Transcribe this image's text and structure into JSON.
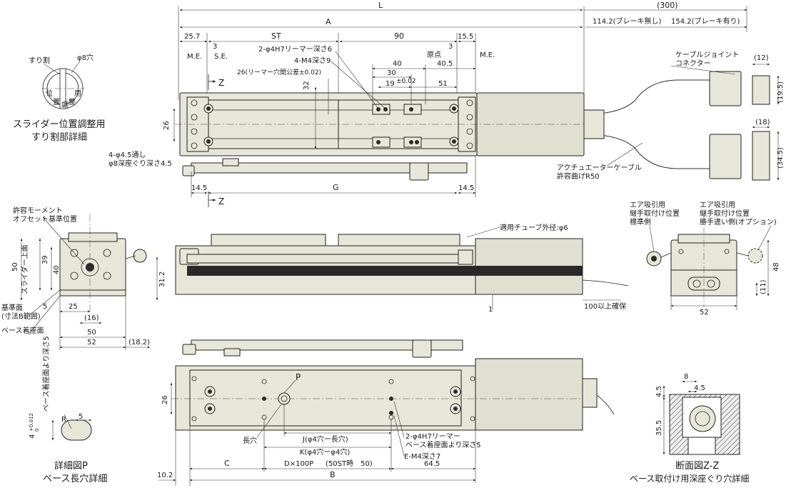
{
  "top_view": {
    "L": "L",
    "A": "A",
    "dim_300": "(300)",
    "dim_114": "114.2(ブレーキ無し)",
    "dim_154": "154.2(ブレーキ有り)",
    "dim_25_7": "25.7",
    "ST": "ST",
    "dim_90": "90",
    "dim_15_5": "15.5",
    "me_left": "M.E.",
    "se": "S.E.",
    "dim_3_left": "3",
    "dim_3_right": "3",
    "origin": "原点",
    "me_right": "M.E.",
    "reamer_depth": "2-φ4H7リーマー深さ6",
    "m4_depth": "4-M4深さ9",
    "reamer_tol": "26(リーマー穴間公差±0.02)",
    "dim_40": "40",
    "dim_40_5": "40.5",
    "dim_30": "30",
    "dim_19": "19",
    "tol_002": "±0.02",
    "dim_51": "51",
    "dim_32": "32",
    "dim_26": "26",
    "z_label": "Z",
    "thru_hole": "4-φ4.5通し",
    "counterbore": "φ8深座ぐり深さ4.5",
    "dim_14_5_left": "14.5",
    "G": "G",
    "dim_14_5_right": "14.5",
    "cable_joint": "ケーブルジョイント",
    "connector": "コネクター",
    "dim_12": "(12)",
    "dim_19_5": "(19.5)",
    "dim_18": "(18)",
    "dim_34_5": "(34.5)",
    "actuator_cable": "アクチュエーターケーブル",
    "bend_radius": "許容曲げR50"
  },
  "slit_detail": {
    "slit": "すり割",
    "hole8": "φ8穴",
    "c1": "位",
    "c2": "置",
    "c3": "調",
    "c4": "整",
    "c5": "用",
    "title1": "スライダー位置調整用",
    "title2": "すり割部詳細"
  },
  "front_left": {
    "moment": "許容モーメント",
    "moment2": "オフセット基準位置",
    "dim_50": "50",
    "slider_top": "スライダー上面",
    "dim_39": "39",
    "dim_40": "40",
    "dim_31_2": "31.2",
    "dim_5": "5",
    "dim_25": "25",
    "dim_16": "(16)",
    "ref_face": "基準面",
    "ref_face2": "(寸法B範囲)",
    "base_face": "ベース着座面",
    "w50": "50",
    "w52": "52",
    "dim_18_2": "(18.2)"
  },
  "side_view": {
    "tube": "適用チューブ外径:φ6",
    "dim_1": "1",
    "clearance": "100以上確保"
  },
  "air_view": {
    "std1": "エア吸引用",
    "std2": "継手取付け位置",
    "std3": "標準側",
    "opt1": "エア吸引用",
    "opt2": "継手取付け位置",
    "opt3": "勝手違い側(オプション)",
    "dim_48": "48",
    "dim_11": "(11)",
    "dim_52": "52"
  },
  "bottom_view": {
    "P": "P",
    "dim_26": "26",
    "slot": "長穴",
    "J": "J(φ4穴ー長穴)",
    "K": "K(φ4穴ーφ4穴)",
    "reamer1": "2-φ4H7リーマー",
    "reamer2": "ベース着座面より深さ5",
    "e_m4": "E-M4深さ7",
    "C": "C",
    "D": "D×100P",
    "D2": "(50ST時　50)",
    "dim_64_5": "64.5",
    "B": "B",
    "dim_10_2": "10.2"
  },
  "detail_p": {
    "depth": "ベース着座面より深さ5",
    "tol": "4",
    "tol_sup": "+0.012",
    "tol_sub": "0",
    "R": "R",
    "dim_5": "5",
    "title1": "詳細図P",
    "title2": "ベース長穴詳細"
  },
  "section_zz": {
    "dim_8": "8",
    "dim_4_5a": "4.5",
    "dim_4_5b": "4.5",
    "dim_35_5": "35.5",
    "title1": "断面図Z-Z",
    "title2": "ベース取付け用深座ぐり穴詳細"
  }
}
